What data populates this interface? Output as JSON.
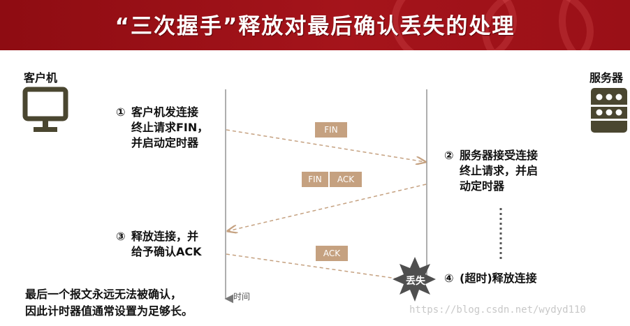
{
  "title": "“三次握手”释放对最后确认丢失的处理",
  "client": {
    "label": "客户机",
    "icon": "computer-icon"
  },
  "server": {
    "label": "服务器",
    "icon": "server-icon"
  },
  "steps": [
    {
      "num": "①",
      "lines": [
        "客户机发连接",
        "终止请求FIN，",
        "并启动定时器"
      ]
    },
    {
      "num": "②",
      "lines": [
        "服务器接受连接",
        "终止请求，并启",
        "动定时器"
      ]
    },
    {
      "num": "③",
      "lines": [
        "释放连接，并",
        "给予确认ACK"
      ]
    },
    {
      "num": "④",
      "lines": [
        "(超时)释放连接"
      ]
    }
  ],
  "messages": {
    "fin": "FIN",
    "fin_ack_fin": "FIN",
    "fin_ack_ack": "ACK",
    "ack": "ACK"
  },
  "time_label": "时间",
  "lost_label": "丢失",
  "note": [
    "最后一个报文永远无法被确认，",
    "因此计时器值通常设置为足够长。"
  ],
  "watermark": "https://blog.csdn.net/wydyd110",
  "colors": {
    "banner": "#a5141b",
    "arrow": "#c5a180",
    "icon": "#4a4630",
    "line": "#999999"
  }
}
